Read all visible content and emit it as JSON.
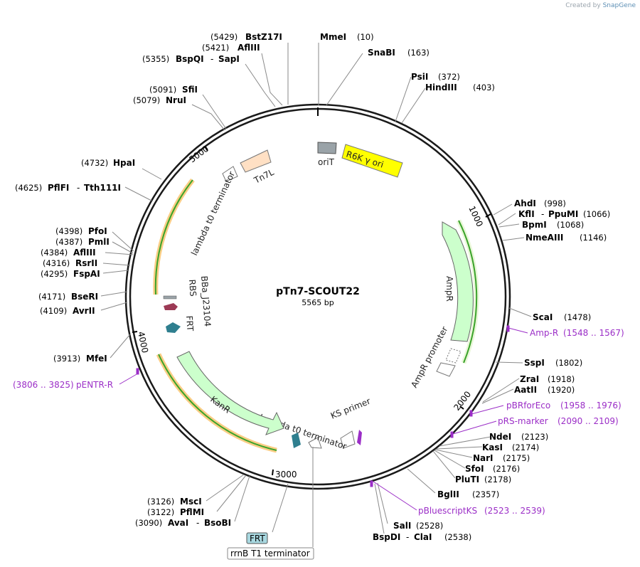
{
  "credit": {
    "prefix": "Created by",
    "brand": "SnapGene"
  },
  "plasmid": {
    "name": "pTn7-SCOUT22",
    "length": "5565 bp"
  },
  "ticks": [
    "1000",
    "2000",
    "3000",
    "4000",
    "5000"
  ],
  "enzymes": {
    "bstz17i": {
      "name": "BstZ17I",
      "pos": "(5429)"
    },
    "aflIII": {
      "name": "AflIII",
      "pos": "(5421)"
    },
    "bspqi": {
      "name": "BspQI",
      "pos": "(5355)",
      "alt": "SapI"
    },
    "sfii": {
      "name": "SfiI",
      "pos": "(5091)"
    },
    "nrui": {
      "name": "NruI",
      "pos": "(5079)"
    },
    "hpai": {
      "name": "HpaI",
      "pos": "(4732)"
    },
    "pflfi": {
      "name": "PflFI",
      "pos": "(4625)",
      "alt": "Tth111I"
    },
    "pfoi": {
      "name": "PfoI",
      "pos": "(4398)"
    },
    "pmli": {
      "name": "PmlI",
      "pos": "(4387)"
    },
    "afliii2": {
      "name": "AflIII",
      "pos": "(4384)"
    },
    "rsrii": {
      "name": "RsrII",
      "pos": "(4316)"
    },
    "fspai": {
      "name": "FspAI",
      "pos": "(4295)"
    },
    "bseri": {
      "name": "BseRI",
      "pos": "(4171)"
    },
    "avrii": {
      "name": "AvrII",
      "pos": "(4109)"
    },
    "mfei": {
      "name": "MfeI",
      "pos": "(3913)"
    },
    "msci": {
      "name": "MscI",
      "pos": "(3126)"
    },
    "pflmi": {
      "name": "PflMI",
      "pos": "(3122)"
    },
    "avai": {
      "name": "AvaI",
      "pos": "(3090)",
      "alt": "BsoBI"
    },
    "mmei": {
      "name": "MmeI",
      "pos": "(10)"
    },
    "snabi": {
      "name": "SnaBI",
      "pos": "(163)"
    },
    "psii": {
      "name": "PsiI",
      "pos": "(372)"
    },
    "hindiii": {
      "name": "HindIII",
      "pos": "(403)"
    },
    "ahdi": {
      "name": "AhdI",
      "pos": "(998)"
    },
    "kfli": {
      "name": "KflI",
      "pos": "(1066)",
      "alt": "PpuMI"
    },
    "bpmi": {
      "name": "BpmI",
      "pos": "(1068)"
    },
    "nmeaiii": {
      "name": "NmeAIII",
      "pos": "(1146)"
    },
    "scai": {
      "name": "ScaI",
      "pos": "(1478)"
    },
    "sspi": {
      "name": "SspI",
      "pos": "(1802)"
    },
    "zrai": {
      "name": "ZraI",
      "pos": "(1918)"
    },
    "aatii": {
      "name": "AatII",
      "pos": "(1920)"
    },
    "ndei": {
      "name": "NdeI",
      "pos": "(2123)"
    },
    "kasi": {
      "name": "KasI",
      "pos": "(2174)"
    },
    "nari": {
      "name": "NarI",
      "pos": "(2175)"
    },
    "sfoi": {
      "name": "SfoI",
      "pos": "(2176)"
    },
    "pluti": {
      "name": "PluTI",
      "pos": "(2178)"
    },
    "bglii": {
      "name": "BglII",
      "pos": "(2357)"
    },
    "sali": {
      "name": "SalI",
      "pos": "(2528)"
    },
    "bspdi": {
      "name": "BspDI",
      "pos": "(2538)",
      "alt": "ClaI"
    }
  },
  "primers": {
    "ampr": {
      "name": "Amp-R",
      "range": "(1548 .. 1567)"
    },
    "pbrforeco": {
      "name": "pBRforEco",
      "range": "(1958 .. 1976)"
    },
    "prs": {
      "name": "pRS-marker",
      "range": "(2090 .. 2109)"
    },
    "pbks": {
      "name": "pBluescriptKS",
      "range": "(2523 .. 2539)"
    },
    "pentr": {
      "name": "pENTR-R",
      "range": "(3806 .. 3825)"
    }
  },
  "features": {
    "orit": "oriT",
    "r6k": "R6K γ ori",
    "ampr": "AmpR",
    "ampr_promoter": "AmpR promoter",
    "ks_primer": "KS primer",
    "lambda_bottom": "lambda t0 terminator",
    "kanr": "KanR",
    "frt": "FRT",
    "bba": "BBa_J23104",
    "rbs": "RBS",
    "lambda_left": "lambda t0 terminator",
    "tn7l": "Tn7L"
  },
  "bottom_labels": {
    "frt": "FRT",
    "rrnb": "rrnB T1 terminator"
  },
  "colors": {
    "backbone": "#1a1a1a",
    "r6k": "#ffff00",
    "orit": "#9aa3a8",
    "resistance": "#ccffcc",
    "tn7l": "#ffe0c4",
    "frt": "#2f7f8f",
    "rbs": "#9c3a55",
    "primer": "#9b2ec7",
    "orf_orange": "#f5a623",
    "orf_green": "#3aa32a"
  }
}
